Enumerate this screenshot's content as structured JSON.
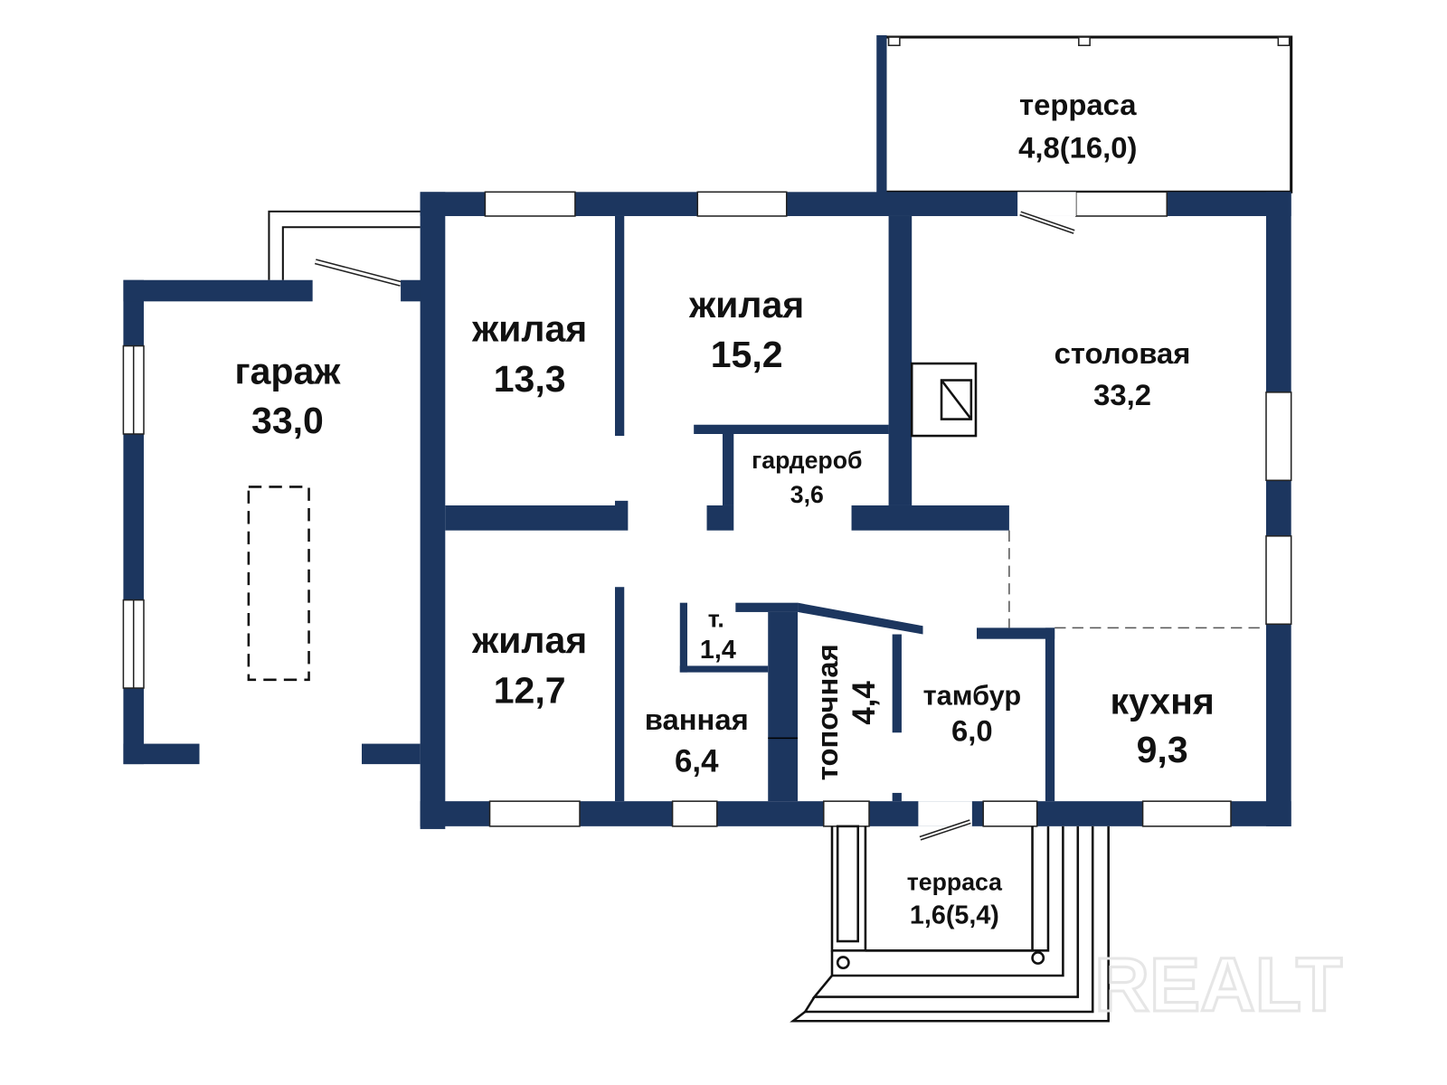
{
  "colors": {
    "wall": "#1c365f"
  },
  "rooms": [
    {
      "name": "терраса",
      "area": "4,8(16,0)"
    },
    {
      "name": "гараж",
      "area": "33,0"
    },
    {
      "name": "жилая",
      "area": "13,3"
    },
    {
      "name": "жилая",
      "area": "15,2"
    },
    {
      "name": "столовая",
      "area": "33,2"
    },
    {
      "name": "гардероб",
      "area": "3,6"
    },
    {
      "name": "жилая",
      "area": "12,7"
    },
    {
      "name": "т.",
      "area": "1,4"
    },
    {
      "name": "ванная",
      "area": "6,4"
    },
    {
      "name": "топочная",
      "area": "4,4"
    },
    {
      "name": "тамбур",
      "area": "6,0"
    },
    {
      "name": "кухня",
      "area": "9,3"
    },
    {
      "name": "терраса",
      "area": "1,6(5,4)"
    }
  ],
  "watermark": "REALT"
}
